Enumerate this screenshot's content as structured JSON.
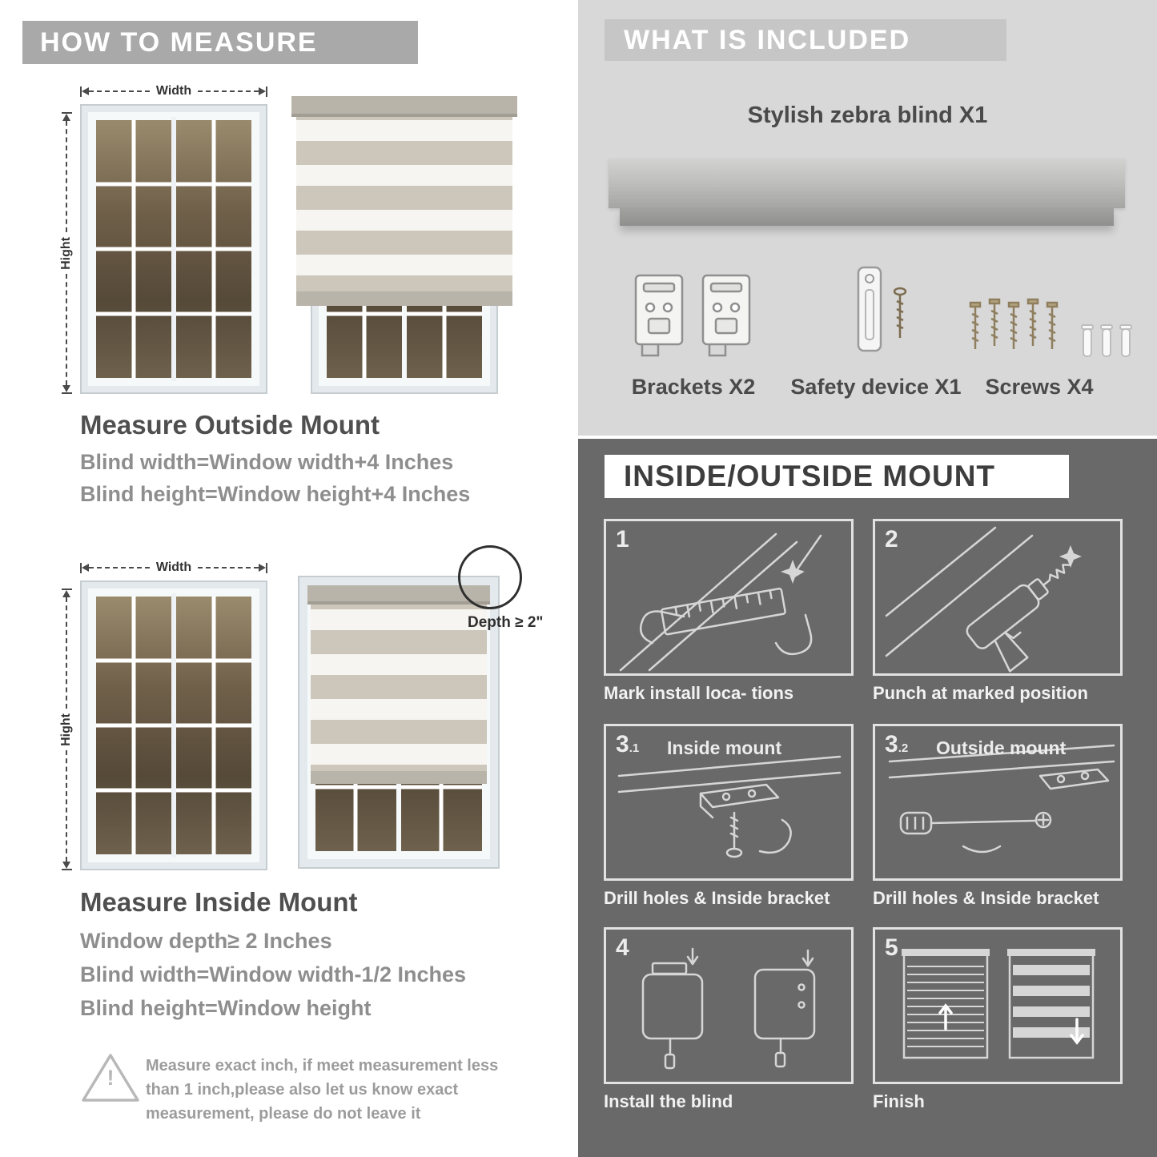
{
  "left": {
    "header": "HOW TO MEASURE",
    "outside": {
      "width_label": "Width",
      "height_label": "Hight",
      "title": "Measure Outside Mount",
      "line1": "Blind width=Window width+4 Inches",
      "line2": "Blind height=Window height+4 Inches"
    },
    "inside": {
      "width_label": "Width",
      "height_label": "Hight",
      "depth_callout": "Depth ≥ 2\"",
      "title": "Measure Inside Mount",
      "line1": "Window depth≥ 2 Inches",
      "line2": "Blind width=Window width-1/2 Inches",
      "line3": "Blind height=Window height"
    },
    "note": {
      "icon": "!",
      "text": "Measure exact inch, if meet measurement less than 1 inch,please also let us know exact measurement, please do not leave it"
    }
  },
  "right": {
    "included": {
      "header": "WHAT IS INCLUDED",
      "blind_label": "Stylish zebra blind X1",
      "items": [
        {
          "label": "Brackets X2"
        },
        {
          "label": "Safety device X1"
        },
        {
          "label": "Screws X4"
        }
      ]
    },
    "mount": {
      "header": "INSIDE/OUTSIDE MOUNT",
      "steps": [
        {
          "num": "1",
          "sub": "",
          "title": "",
          "caption": "Mark install loca- tions"
        },
        {
          "num": "2",
          "sub": "",
          "title": "",
          "caption": "Punch at  marked position"
        },
        {
          "num": "3",
          "sub": ".1",
          "title": "Inside mount",
          "caption": "Drill holes &  Inside bracket"
        },
        {
          "num": "3",
          "sub": ".2",
          "title": "Outside mount",
          "caption": "Drill holes &  Inside bracket"
        },
        {
          "num": "4",
          "sub": "",
          "title": "",
          "caption": "Install the blind"
        },
        {
          "num": "5",
          "sub": "",
          "title": "",
          "caption": "Finish"
        }
      ]
    }
  }
}
